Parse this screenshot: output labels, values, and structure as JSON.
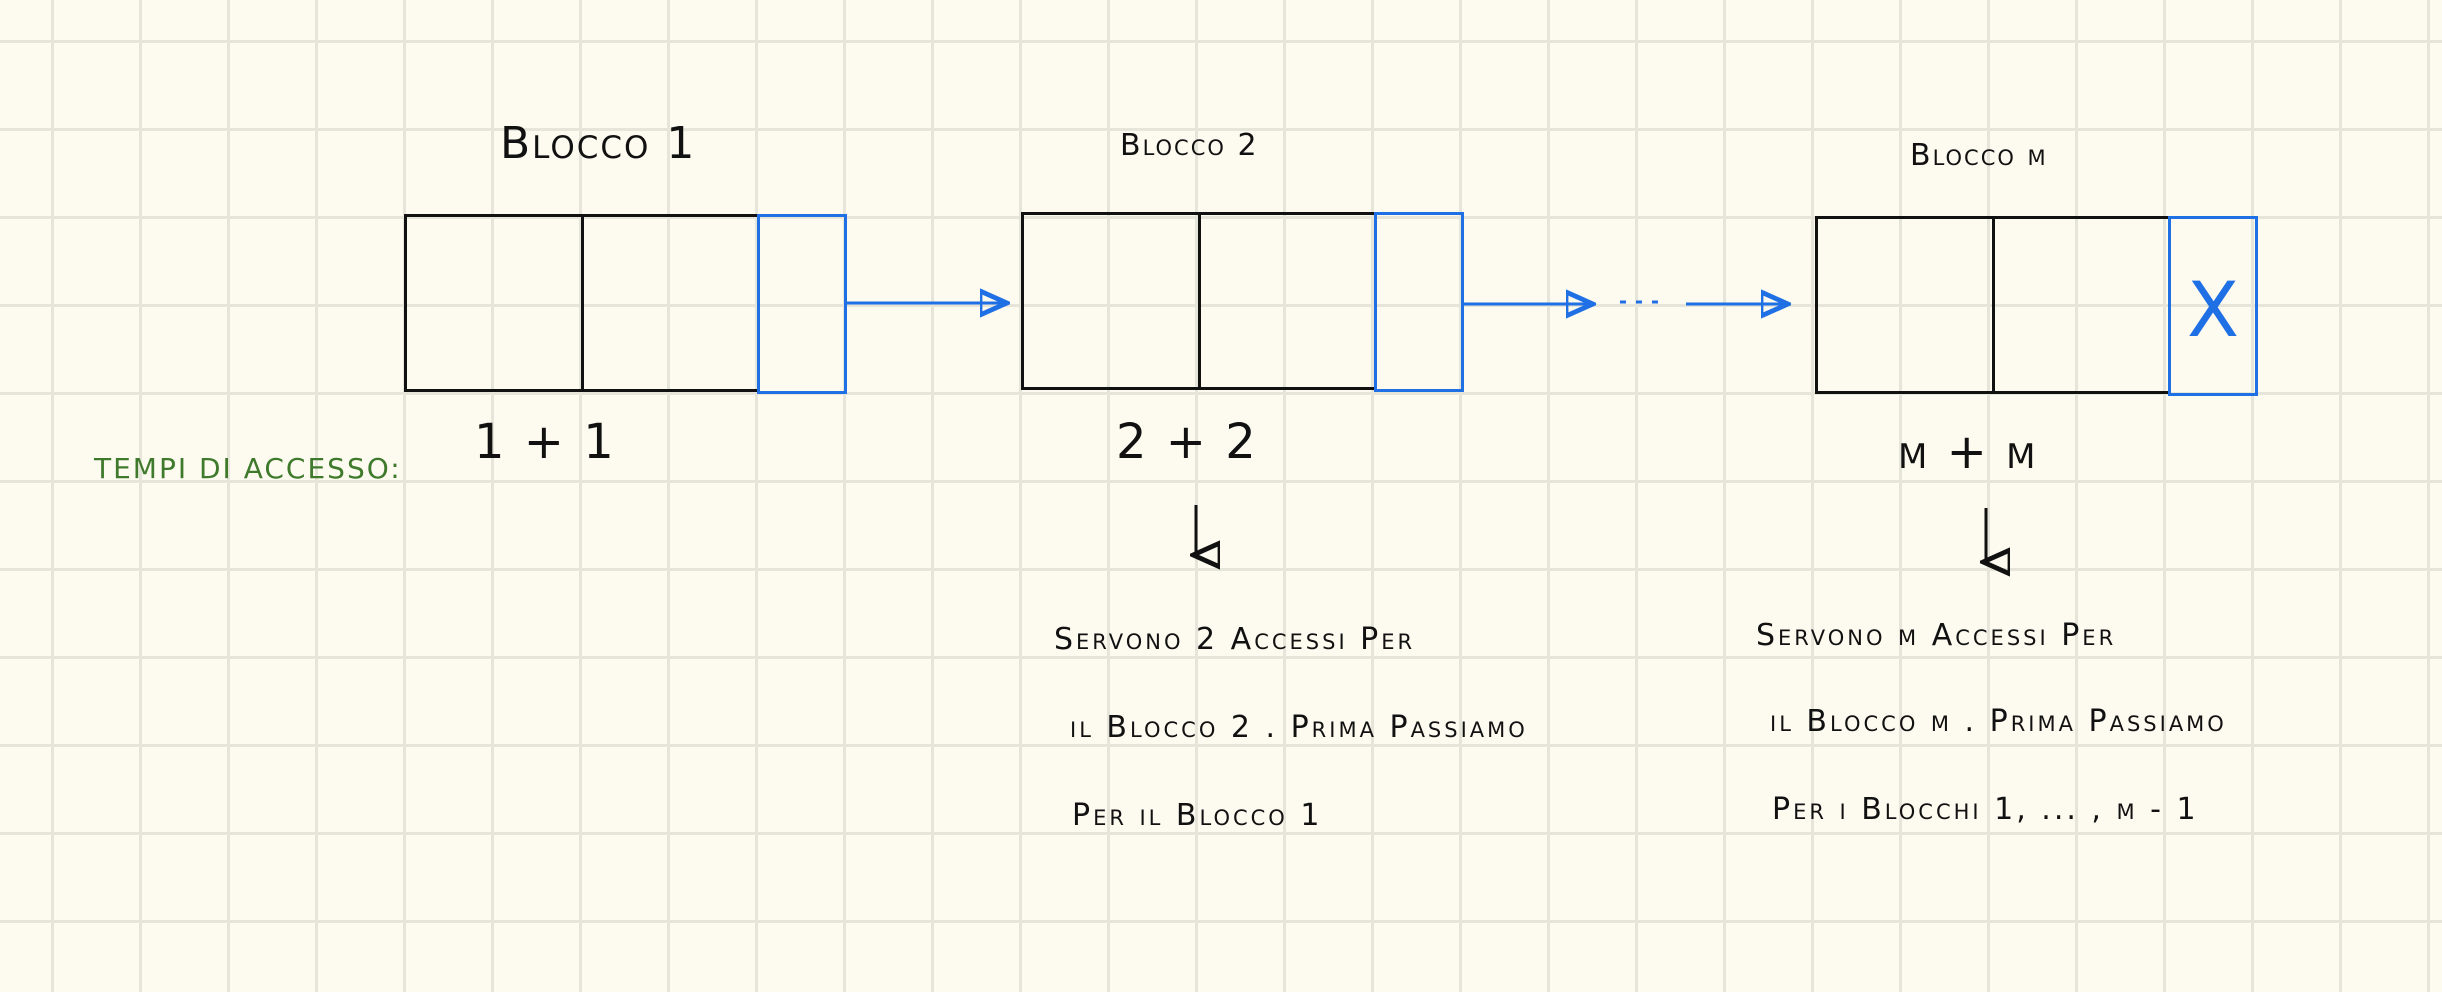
{
  "labels": {
    "tempi": "TEMPI DI ACCESSO:"
  },
  "blocks": [
    {
      "title": "Blocco 1",
      "access": "1 + 1"
    },
    {
      "title": "Blocco 2",
      "access": "2 + 2",
      "note_lines": [
        "Servono 2 Accessi Per",
        "il Blocco 2 . Prima Passiamo",
        "Per il Blocco 1"
      ]
    },
    {
      "title": "Blocco m",
      "access": "m + m",
      "last_pointer": "X",
      "note_lines": [
        "Servono m Accessi Per",
        "il Blocco m . Prima Passiamo",
        "Per i Blocchi 1, ... , m - 1"
      ]
    }
  ],
  "colors": {
    "ink": "#111111",
    "pointer": "#1f6fe5",
    "label": "#3f7a2c",
    "paper": "#fdfbf0",
    "grid": "#e6e5d9"
  }
}
